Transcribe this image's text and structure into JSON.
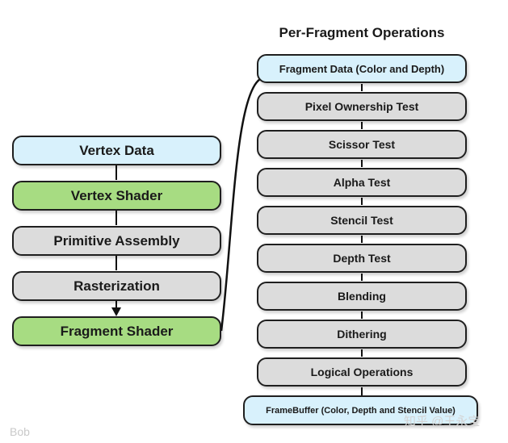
{
  "pipeline": {
    "stages": [
      "Vertex Data",
      "Vertex Shader",
      "Primitive Assembly",
      "Rasterization",
      "Fragment Shader"
    ]
  },
  "per_fragment": {
    "title": "Per-Fragment Operations",
    "steps": [
      "Fragment Data (Color and Depth)",
      "Pixel Ownership Test",
      "Scissor Test",
      "Alpha Test",
      "Stencil Test",
      "Depth Test",
      "Blending",
      "Dithering",
      "Logical Operations"
    ],
    "output": "FrameBuffer (Color, Depth and Stencil Value)"
  },
  "watermarks": {
    "left": "Bob",
    "right": "知乎 @王永宝"
  },
  "colors": {
    "blue": "#d8f1fc",
    "green": "#a7dc82",
    "gray": "#dcdcdc",
    "border": "#1f1f1f"
  }
}
